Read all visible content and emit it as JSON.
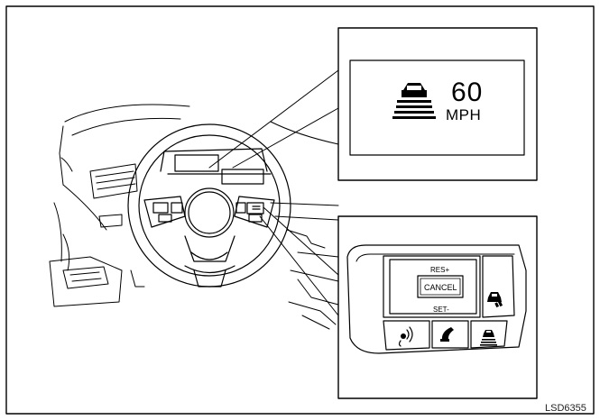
{
  "display": {
    "speed_value": "60",
    "speed_unit": "MPH",
    "icon": "intelligent-cruise-control-icon"
  },
  "switch_panel": {
    "res_label": "RES+",
    "cancel_label": "CANCEL",
    "set_label": "SET-",
    "icons": [
      "distance-icon",
      "voice-icon",
      "phone-icon",
      "cruise-main-icon"
    ]
  },
  "figure_code": "LSD6355",
  "colors": {
    "line": "#000000",
    "background": "#ffffff"
  }
}
